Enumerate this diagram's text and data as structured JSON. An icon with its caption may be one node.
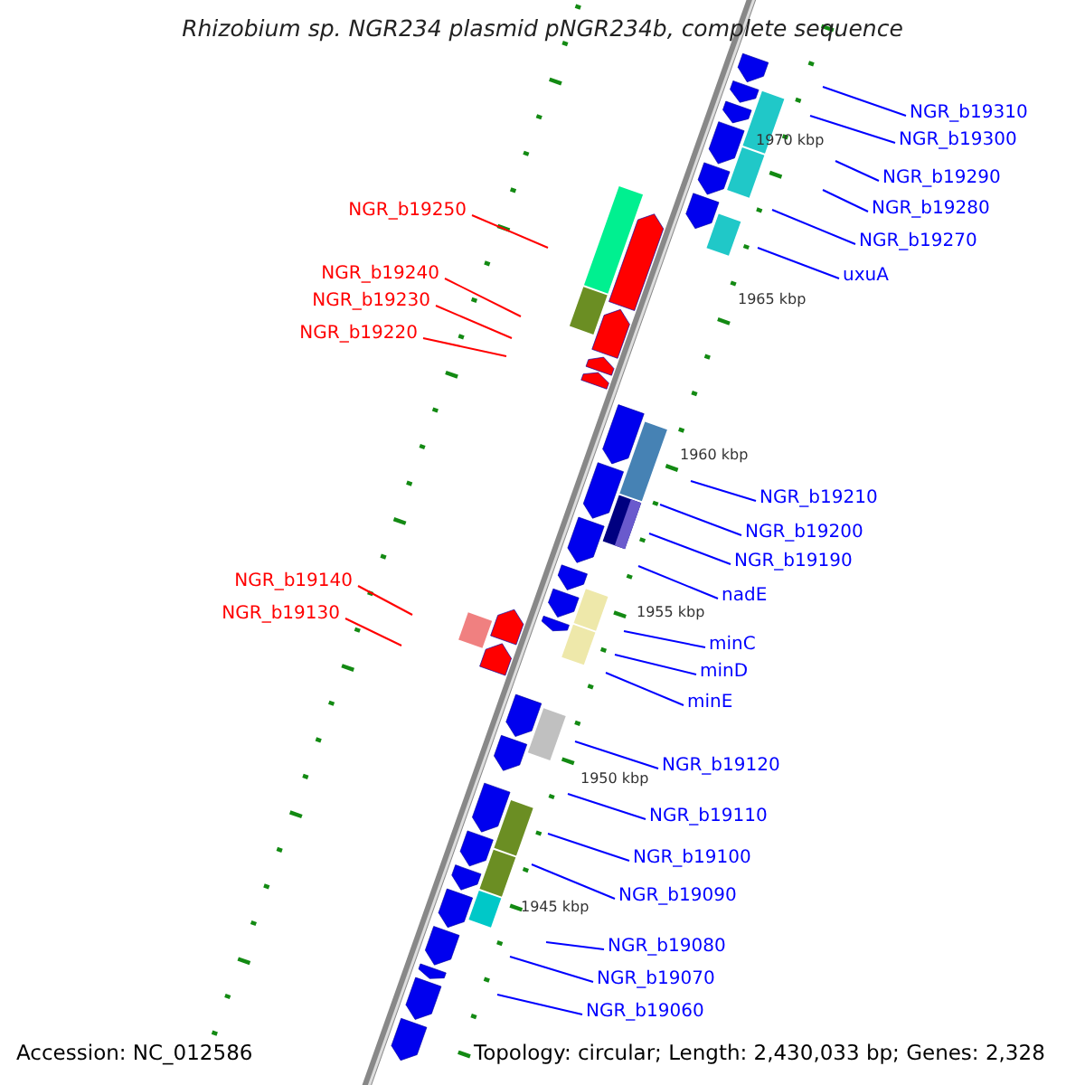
{
  "diagram": {
    "title": "Rhizobium sp. NGR234 plasmid pNGR234b, complete sequence",
    "nodes": [
      {
        "text": [
          "NGR_b19310"
        ]
      },
      {
        "text": [
          "NGR_b19300"
        ]
      },
      {
        "text": [
          "NGR_b19290"
        ]
      },
      {
        "text": [
          "NGR_b19280"
        ]
      },
      {
        "text": [
          "NGR_b19270"
        ]
      },
      {
        "text": [
          "uxuA"
        ]
      },
      {
        "text": [
          "NGR_b19250"
        ]
      },
      {
        "text": [
          "NGR_b19240"
        ]
      },
      {
        "text": [
          "NGR_b19230"
        ]
      },
      {
        "text": [
          "NGR_b19220"
        ]
      },
      {
        "text": [
          "NGR_b19210"
        ]
      },
      {
        "text": [
          "NGR_b19200"
        ]
      },
      {
        "text": [
          "NGR_b19190"
        ]
      },
      {
        "text": [
          "nadE"
        ]
      },
      {
        "text": [
          "minC"
        ]
      },
      {
        "text": [
          "minD"
        ]
      },
      {
        "text": [
          "minE"
        ]
      },
      {
        "text": [
          "NGR_b19140"
        ]
      },
      {
        "text": [
          "NGR_b19130"
        ]
      },
      {
        "text": [
          "NGR_b19120"
        ]
      },
      {
        "text": [
          "NGR_b19110"
        ]
      },
      {
        "text": [
          "NGR_b19100"
        ]
      },
      {
        "text": [
          "NGR_b19090"
        ]
      },
      {
        "text": [
          "NGR_b19080"
        ]
      },
      {
        "text": [
          "NGR_b19070"
        ]
      },
      {
        "text": [
          "NGR_b19060"
        ]
      }
    ],
    "edges": [
      {
        "from": 0,
        "to": null,
        "arrow": "none"
      },
      {
        "from": 1,
        "to": null,
        "arrow": "none"
      },
      {
        "from": 2,
        "to": null,
        "arrow": "none"
      },
      {
        "from": 3,
        "to": null,
        "arrow": "none"
      },
      {
        "from": 4,
        "to": null,
        "arrow": "none"
      },
      {
        "from": 5,
        "to": null,
        "arrow": "none"
      },
      {
        "from": 6,
        "to": null,
        "arrow": "none",
        "color": "#ff0000"
      },
      {
        "from": 7,
        "to": null,
        "arrow": "none",
        "color": "#ff0000"
      },
      {
        "from": 8,
        "to": null,
        "arrow": "none",
        "color": "#ff0000"
      },
      {
        "from": 9,
        "to": null,
        "arrow": "none",
        "color": "#ff0000"
      },
      {
        "from": 10,
        "to": null,
        "arrow": "none"
      },
      {
        "from": 11,
        "to": null,
        "arrow": "none"
      },
      {
        "from": 12,
        "to": null,
        "arrow": "none"
      },
      {
        "from": 13,
        "to": null,
        "arrow": "none"
      },
      {
        "from": 14,
        "to": null,
        "arrow": "none"
      },
      {
        "from": 15,
        "to": null,
        "arrow": "none"
      },
      {
        "from": 16,
        "to": null,
        "arrow": "none"
      },
      {
        "from": 17,
        "to": null,
        "arrow": "none",
        "color": "#ff0000"
      },
      {
        "from": 18,
        "to": null,
        "arrow": "none",
        "color": "#ff0000"
      },
      {
        "from": 19,
        "to": null,
        "arrow": "none"
      },
      {
        "from": 20,
        "to": null,
        "arrow": "none"
      },
      {
        "from": 21,
        "to": null,
        "arrow": "none"
      },
      {
        "from": 22,
        "to": null,
        "arrow": "none"
      },
      {
        "from": 23,
        "to": null,
        "arrow": "none"
      },
      {
        "from": 24,
        "to": null,
        "arrow": "none"
      },
      {
        "from": 25,
        "to": null,
        "arrow": "none"
      }
    ],
    "labels": [
      "1970 kbp",
      "1965 kbp",
      "1960 kbp",
      "1955 kbp",
      "1950 kbp",
      "1945 kbp",
      "Accession: NC_012586",
      "Topology: circular; Length: 2,430,033 bp; Genes: 2,328"
    ]
  }
}
